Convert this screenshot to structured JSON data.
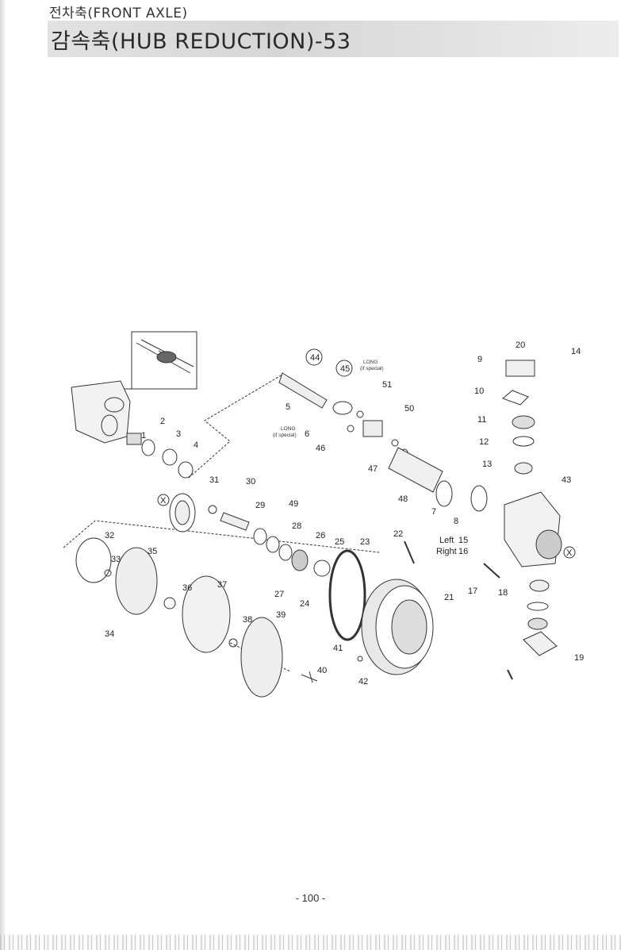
{
  "header": {
    "section_label": "전차축(FRONT AXLE)",
    "title": "감속축(HUB REDUCTION)-53"
  },
  "diagram": {
    "callouts": [
      "1",
      "2",
      "3",
      "4",
      "5",
      "6",
      "7",
      "8",
      "9",
      "10",
      "11",
      "12",
      "13",
      "14",
      "15",
      "16",
      "17",
      "18",
      "19",
      "20",
      "21",
      "22",
      "23",
      "24",
      "25",
      "26",
      "27",
      "28",
      "29",
      "30",
      "31",
      "32",
      "33",
      "34",
      "35",
      "36",
      "37",
      "38",
      "39",
      "40",
      "41",
      "42",
      "43",
      "44",
      "45",
      "46",
      "47",
      "48",
      "49",
      "50",
      "51"
    ],
    "annotations": {
      "long_special_top": "LONG",
      "long_special_top_sub": "(if special)",
      "long_special_left": "LONG",
      "long_special_left_sub": "(if special)",
      "left": "Left",
      "right": "Right",
      "cross_marker": "X"
    }
  },
  "footer": {
    "page_number": "- 100 -"
  }
}
